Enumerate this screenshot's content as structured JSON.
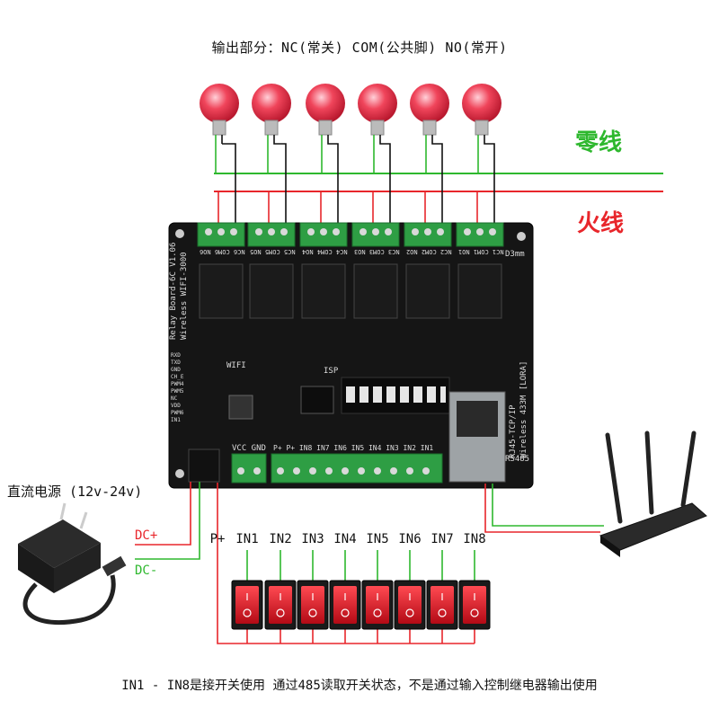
{
  "title": "输出部分：NC(常关) COM(公共脚)  NO(常开)",
  "neutral_label": "零线",
  "live_label": "火线",
  "power_label": "直流电源 (12v-24v)",
  "dc_plus": "DC+",
  "dc_minus": "DC-",
  "footer_note": "IN1 - IN8是接开关使用  通过485读取开关状态，不是通过输入控制继电器输出使用",
  "inputs": [
    "P+",
    "IN1",
    "IN2",
    "IN3",
    "IN4",
    "IN5",
    "IN6",
    "IN7",
    "IN8"
  ],
  "board": {
    "name": "Relay Board-6C V1.06",
    "wireless": "Wireless WIFI-3000",
    "rj45": "RJ45-TCP/IP",
    "wireless433": "Wireless 433M [LORA]",
    "rs485": "RS485",
    "hole": "D3mm",
    "isp": "ISP",
    "wifi": "WIFI",
    "vcc_gnd": "VCC GND",
    "relay_terminals": [
      "NC6 COM6 NO6",
      "NC5 COM5 NO5",
      "NC4 COM4 NO4",
      "NC3 COM3 NO3",
      "NC2 COM2 NO2",
      "NC1 COM1 NO1"
    ],
    "input_terminals": "P+ P+ IN8 IN7 IN6 IN5 IN4 IN3 IN2 IN1",
    "pins": [
      "RXD",
      "TXD",
      "GND",
      "CH_E",
      "PWM4",
      "PWM5",
      "NC",
      "VDD",
      "PWM6",
      "IN1"
    ]
  },
  "colors": {
    "neutral": "#2eb82e",
    "live": "#e8262b",
    "board": "#1a1a1a",
    "terminal": "#2e9e44",
    "switch": "#d40f1f",
    "bulb": "#f0455b"
  }
}
